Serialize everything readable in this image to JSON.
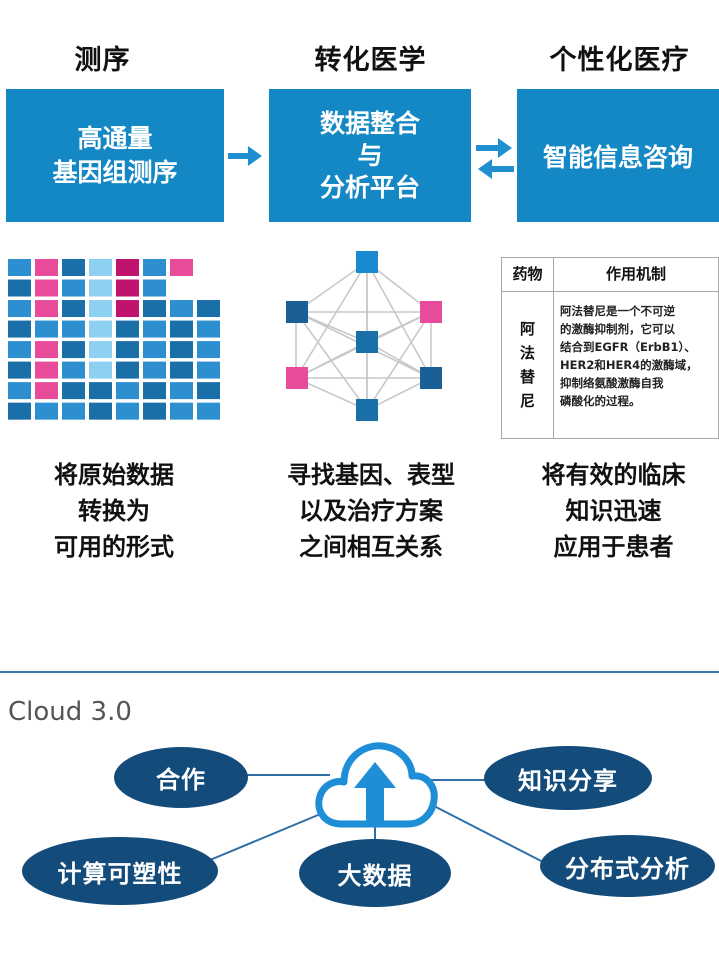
{
  "columns": [
    {
      "title": "测序",
      "box_lines": [
        "高通量",
        "基因组测序"
      ],
      "desc_lines": [
        "将原始数据",
        "转换为",
        "可用的形式"
      ]
    },
    {
      "title": "转化医学",
      "box_lines": [
        "数据整合",
        "与",
        "分析平台"
      ],
      "desc_lines": [
        "寻找基因、表型",
        "以及治疗方案",
        "之间相互关系"
      ]
    },
    {
      "title": "个性化医疗",
      "box_lines": [
        "智能信息咨询"
      ],
      "desc_lines": [
        "将有效的临床",
        "知识迅速",
        "应用于患者"
      ]
    }
  ],
  "table": {
    "header_drug": "药物",
    "header_mechanism": "作用机制",
    "drug_chars": [
      "阿",
      "法",
      "替",
      "尼"
    ],
    "mechanism_lines": [
      "阿法替尼是一个不可逆",
      "的激酶抑制剂，它可以",
      "结合到EGFR（ErbB1）、",
      "HER2和HER4的激酶域，",
      "抑制络氨酸激酶自我",
      "磷酸化的过程。"
    ]
  },
  "cloud": {
    "title": "Cloud 3.0",
    "nodes": {
      "cooperation": "合作",
      "knowledge_sharing": "知识分享",
      "scalability": "计算可塑性",
      "big_data": "大数据",
      "distributed": "分布式分析"
    }
  },
  "colors": {
    "box_blue": "#1487c5",
    "oval_navy": "#134b7b",
    "cell_dark": "#1a6fa8",
    "cell_mid": "#2e8fd0",
    "cell_light": "#8ed0f2",
    "cell_pink": "#e84b9a",
    "cell_magenta": "#c0136e",
    "arrow_blue": "#1f8fd2"
  },
  "icons": {
    "flow_arrow": "right-arrow-icon",
    "bidirectional": "exchange-arrows-icon",
    "cloud": "cloud-upload-icon"
  }
}
